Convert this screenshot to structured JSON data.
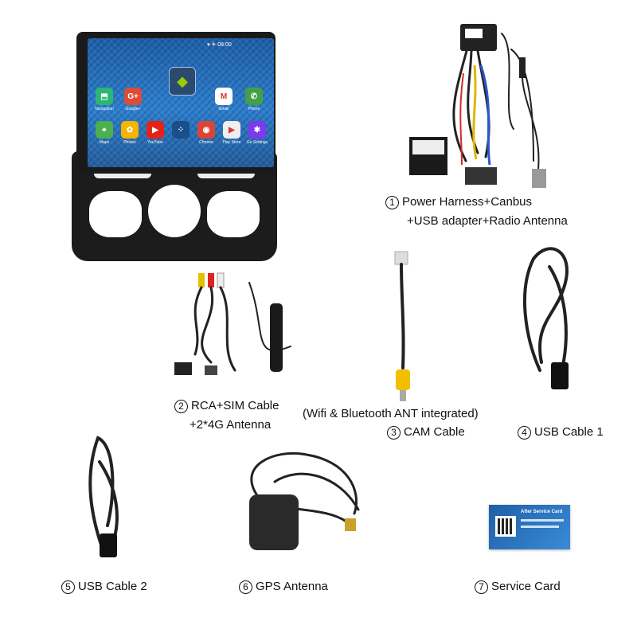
{
  "head_unit": {
    "status_time": "▾ ✈ 08:00",
    "apps_row1": [
      {
        "icon": "navigation-icon",
        "label": "Navigation",
        "glyph": "⬒",
        "color": "#2bb673"
      },
      {
        "icon": "google-plus-icon",
        "label": "Google+",
        "glyph": "G+",
        "color": "#dd4b39"
      },
      {
        "icon": "gmail-icon",
        "label": "Gmail",
        "glyph": "M",
        "color": "#ffffff"
      },
      {
        "icon": "phone-icon",
        "label": "Phone",
        "glyph": "✆",
        "color": "#43a047"
      }
    ],
    "apps_row2": [
      {
        "icon": "maps-icon",
        "label": "Maps",
        "glyph": "⌖",
        "color": "#4caf50"
      },
      {
        "icon": "photos-icon",
        "label": "Photos",
        "glyph": "✿",
        "color": "#f4b400"
      },
      {
        "icon": "youtube-icon",
        "label": "YouTube",
        "glyph": "▶",
        "color": "#e62117"
      },
      {
        "icon": "apps-icon",
        "label": "",
        "glyph": "⁘",
        "color": "#1b4f8a"
      },
      {
        "icon": "chrome-icon",
        "label": "Chrome",
        "glyph": "◉",
        "color": "#db4437"
      },
      {
        "icon": "play-store-icon",
        "label": "Play Store",
        "glyph": "▶",
        "color": "#eeeeee"
      },
      {
        "icon": "settings-icon",
        "label": "Go Settings",
        "glyph": "✱",
        "color": "#7c3aed"
      }
    ]
  },
  "items": {
    "item1": {
      "num": "1",
      "line1": "Power Harness+Canbus",
      "line2": "+USB adapter+Radio Antenna"
    },
    "item2": {
      "num": "2",
      "line1": "RCA+SIM Cable",
      "line2": "+2*4G Antenna"
    },
    "item3": {
      "num": "3",
      "note": "(Wifi & Bluetooth ANT integrated)",
      "label": "CAM Cable"
    },
    "item4": {
      "num": "4",
      "label": "USB Cable 1"
    },
    "item5": {
      "num": "5",
      "label": "USB Cable 2"
    },
    "item6": {
      "num": "6",
      "label": "GPS Antenna"
    },
    "item7": {
      "num": "7",
      "label": "Service Card"
    }
  },
  "service_card": {
    "title": "After Service Card"
  }
}
